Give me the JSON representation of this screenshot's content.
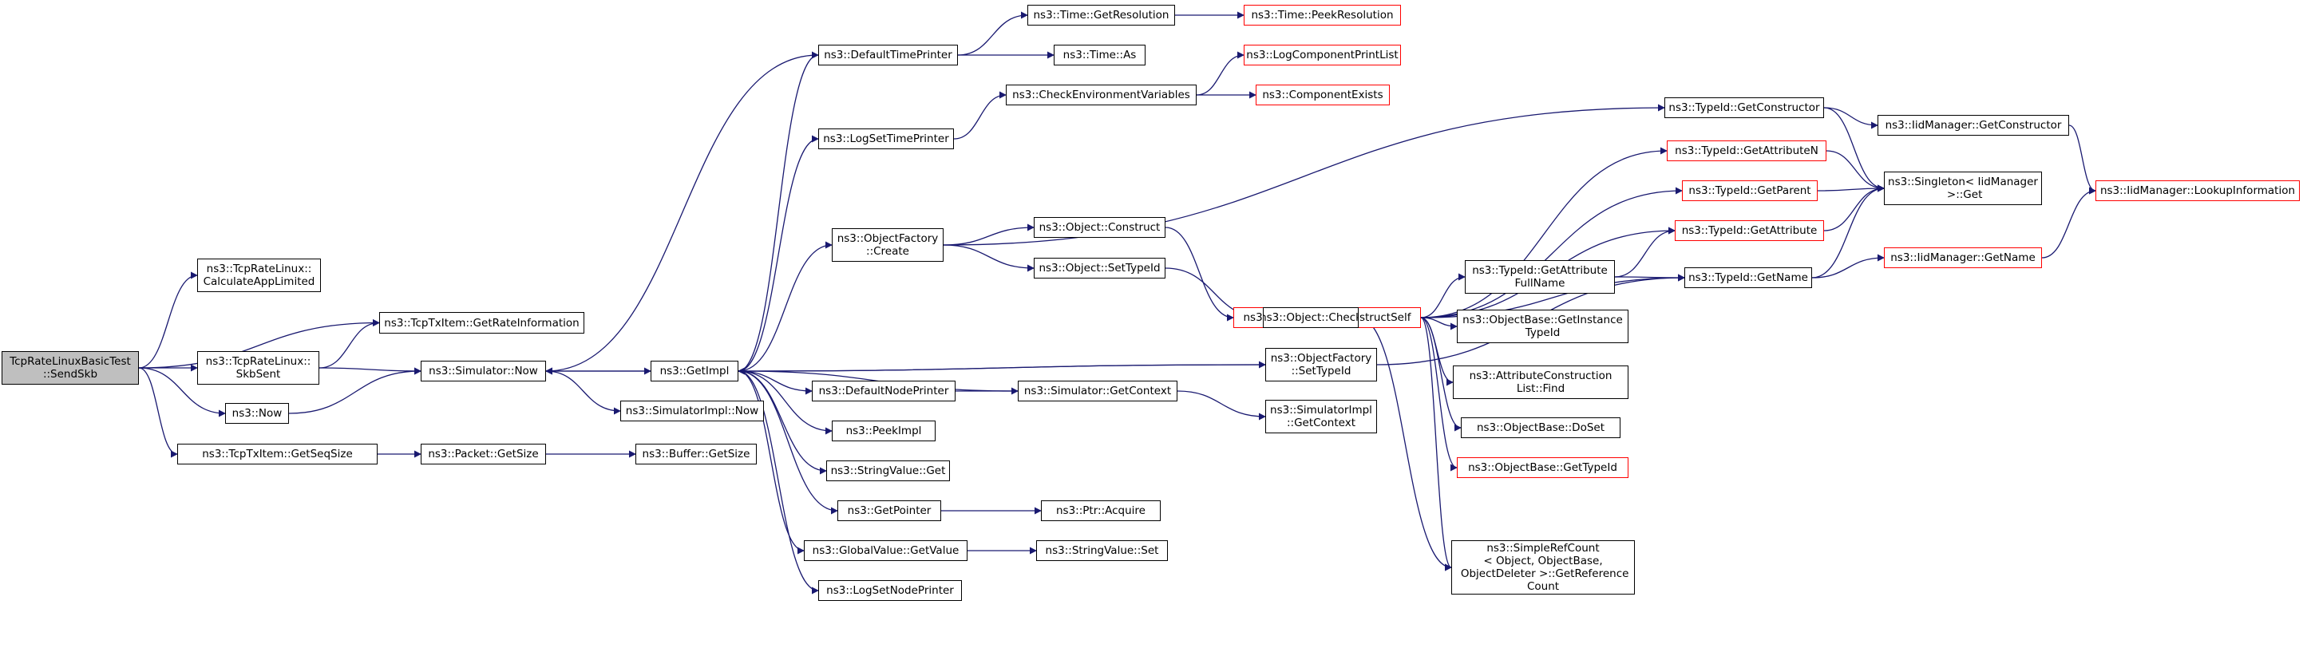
{
  "diagram": {
    "type": "call-graph",
    "edge_color": "#191970",
    "colors": {
      "root_fill": "#bfbfbf",
      "truncated_border": "#ff0000",
      "node_border": "#000000"
    },
    "nodes": [
      {
        "id": "root",
        "label": "TcpRateLinuxBasicTest\n::SendSkb",
        "style": "root"
      },
      {
        "id": "calcAppLimited",
        "label": "ns3::TcpRateLinux::\nCalculateAppLimited",
        "style": "normal"
      },
      {
        "id": "getRateInfo",
        "label": "ns3::TcpTxItem::GetRateInformation",
        "style": "normal"
      },
      {
        "id": "skbSent",
        "label": "ns3::TcpRateLinux::\nSkbSent",
        "style": "normal"
      },
      {
        "id": "simNow",
        "label": "ns3::Simulator::Now",
        "style": "normal"
      },
      {
        "id": "now",
        "label": "ns3::Now",
        "style": "normal"
      },
      {
        "id": "getSeqSize",
        "label": "ns3::TcpTxItem::GetSeqSize",
        "style": "normal"
      },
      {
        "id": "pktGetSize",
        "label": "ns3::Packet::GetSize",
        "style": "normal"
      },
      {
        "id": "bufGetSize",
        "label": "ns3::Buffer::GetSize",
        "style": "normal"
      },
      {
        "id": "getImpl",
        "label": "ns3::GetImpl",
        "style": "normal"
      },
      {
        "id": "simImplNow",
        "label": "ns3::SimulatorImpl::Now",
        "style": "normal"
      },
      {
        "id": "defTimePrinter",
        "label": "ns3::DefaultTimePrinter",
        "style": "normal"
      },
      {
        "id": "timeGetRes",
        "label": "ns3::Time::GetResolution",
        "style": "normal"
      },
      {
        "id": "timePeekRes",
        "label": "ns3::Time::PeekResolution",
        "style": "red"
      },
      {
        "id": "timeAs",
        "label": "ns3::Time::As",
        "style": "normal"
      },
      {
        "id": "checkEnv",
        "label": "ns3::CheckEnvironmentVariables",
        "style": "normal"
      },
      {
        "id": "logCompPrintList",
        "label": "ns3::LogComponentPrintList",
        "style": "red"
      },
      {
        "id": "compExists",
        "label": "ns3::ComponentExists",
        "style": "red"
      },
      {
        "id": "logSetTimePrinter",
        "label": "ns3::LogSetTimePrinter",
        "style": "normal"
      },
      {
        "id": "objFactoryCreate",
        "label": "ns3::ObjectFactory\n::Create",
        "style": "normal"
      },
      {
        "id": "objConstruct",
        "label": "ns3::Object::Construct",
        "style": "normal"
      },
      {
        "id": "objSetTypeId",
        "label": "ns3::Object::SetTypeId",
        "style": "normal"
      },
      {
        "id": "objBaseConstructSelf",
        "label": "ns3::ObjectBase::ConstructSelf",
        "style": "red"
      },
      {
        "id": "objCheck",
        "label": "ns3::Object::Check",
        "style": "normal"
      },
      {
        "id": "objFactorySetTypeId",
        "label": "ns3::ObjectFactory\n::SetTypeId",
        "style": "normal"
      },
      {
        "id": "defNodePrinter",
        "label": "ns3::DefaultNodePrinter",
        "style": "normal"
      },
      {
        "id": "simGetContext",
        "label": "ns3::Simulator::GetContext",
        "style": "normal"
      },
      {
        "id": "simImplGetContext",
        "label": "ns3::SimulatorImpl\n::GetContext",
        "style": "normal"
      },
      {
        "id": "peekImpl",
        "label": "ns3::PeekImpl",
        "style": "normal"
      },
      {
        "id": "stringValueGet",
        "label": "ns3::StringValue::Get",
        "style": "normal"
      },
      {
        "id": "getPointer",
        "label": "ns3::GetPointer",
        "style": "normal"
      },
      {
        "id": "ptrAcquire",
        "label": "ns3::Ptr::Acquire",
        "style": "normal"
      },
      {
        "id": "globalValueGet",
        "label": "ns3::GlobalValue::GetValue",
        "style": "normal"
      },
      {
        "id": "stringValueSet",
        "label": "ns3::StringValue::Set",
        "style": "normal"
      },
      {
        "id": "logSetNodePrinter",
        "label": "ns3::LogSetNodePrinter",
        "style": "normal"
      },
      {
        "id": "typeIdGetConstructor",
        "label": "ns3::TypeId::GetConstructor",
        "style": "normal"
      },
      {
        "id": "iidGetConstructor",
        "label": "ns3::IidManager::GetConstructor",
        "style": "normal"
      },
      {
        "id": "typeIdGetAttrN",
        "label": "ns3::TypeId::GetAttributeN",
        "style": "red"
      },
      {
        "id": "typeIdGetParent",
        "label": "ns3::TypeId::GetParent",
        "style": "red"
      },
      {
        "id": "typeIdGetAttribute",
        "label": "ns3::TypeId::GetAttribute",
        "style": "red"
      },
      {
        "id": "singletonGet",
        "label": "ns3::Singleton< IidManager\n >::Get",
        "style": "normal"
      },
      {
        "id": "iidLookupInfo",
        "label": "ns3::IidManager::LookupInformation",
        "style": "red"
      },
      {
        "id": "typeIdGetAttrFullName",
        "label": "ns3::TypeId::GetAttribute\nFullName",
        "style": "normal"
      },
      {
        "id": "typeIdGetName",
        "label": "ns3::TypeId::GetName",
        "style": "normal"
      },
      {
        "id": "iidGetName",
        "label": "ns3::IidManager::GetName",
        "style": "red"
      },
      {
        "id": "objBaseGetInstanceTypeId",
        "label": "ns3::ObjectBase::GetInstance\nTypeId",
        "style": "normal"
      },
      {
        "id": "attrConstructionFind",
        "label": "ns3::AttributeConstruction\nList::Find",
        "style": "normal"
      },
      {
        "id": "objBaseDoSet",
        "label": "ns3::ObjectBase::DoSet",
        "style": "normal"
      },
      {
        "id": "objBaseGetTypeId",
        "label": "ns3::ObjectBase::GetTypeId",
        "style": "red"
      },
      {
        "id": "simpleRefCount",
        "label": "ns3::SimpleRefCount\n< Object, ObjectBase,\n ObjectDeleter >::GetReference\nCount",
        "style": "normal"
      }
    ],
    "edges": [
      {
        "from": "root",
        "to": "calcAppLimited"
      },
      {
        "from": "root",
        "to": "getRateInfo"
      },
      {
        "from": "root",
        "to": "skbSent"
      },
      {
        "from": "root",
        "to": "now"
      },
      {
        "from": "root",
        "to": "getSeqSize"
      },
      {
        "from": "skbSent",
        "to": "getRateInfo"
      },
      {
        "from": "skbSent",
        "to": "simNow"
      },
      {
        "from": "now",
        "to": "simNow"
      },
      {
        "from": "simNow",
        "to": "getImpl"
      },
      {
        "from": "simNow",
        "to": "simImplNow"
      },
      {
        "from": "getSeqSize",
        "to": "pktGetSize"
      },
      {
        "from": "pktGetSize",
        "to": "bufGetSize"
      },
      {
        "from": "getImpl",
        "to": "simNow"
      },
      {
        "from": "getImpl",
        "to": "defTimePrinter"
      },
      {
        "from": "getImpl",
        "to": "logSetTimePrinter"
      },
      {
        "from": "getImpl",
        "to": "objFactoryCreate"
      },
      {
        "from": "getImpl",
        "to": "defNodePrinter"
      },
      {
        "from": "getImpl",
        "to": "peekImpl"
      },
      {
        "from": "getImpl",
        "to": "stringValueGet"
      },
      {
        "from": "getImpl",
        "to": "getPointer"
      },
      {
        "from": "getImpl",
        "to": "globalValueGet"
      },
      {
        "from": "getImpl",
        "to": "logSetNodePrinter"
      },
      {
        "from": "getImpl",
        "to": "objFactorySetTypeId"
      },
      {
        "from": "defTimePrinter",
        "to": "timeGetRes"
      },
      {
        "from": "defTimePrinter",
        "to": "timeAs"
      },
      {
        "from": "defTimePrinter",
        "to": "simNow"
      },
      {
        "from": "timeGetRes",
        "to": "timePeekRes"
      },
      {
        "from": "logSetTimePrinter",
        "to": "checkEnv"
      },
      {
        "from": "checkEnv",
        "to": "logCompPrintList"
      },
      {
        "from": "checkEnv",
        "to": "compExists"
      },
      {
        "from": "objFactoryCreate",
        "to": "objConstruct"
      },
      {
        "from": "objFactoryCreate",
        "to": "objSetTypeId"
      },
      {
        "from": "objFactoryCreate",
        "to": "typeIdGetConstructor"
      },
      {
        "from": "objConstruct",
        "to": "objBaseConstructSelf"
      },
      {
        "from": "objSetTypeId",
        "to": "objCheck"
      },
      {
        "from": "objCheck",
        "to": "simpleRefCount"
      },
      {
        "from": "objFactorySetTypeId",
        "to": "getImpl"
      },
      {
        "from": "objFactorySetTypeId",
        "to": "typeIdGetName"
      },
      {
        "from": "defNodePrinter",
        "to": "simGetContext"
      },
      {
        "from": "simGetContext",
        "to": "getImpl"
      },
      {
        "from": "simGetContext",
        "to": "simImplGetContext"
      },
      {
        "from": "getPointer",
        "to": "ptrAcquire"
      },
      {
        "from": "globalValueGet",
        "to": "stringValueSet"
      },
      {
        "from": "objBaseConstructSelf",
        "to": "typeIdGetAttrN"
      },
      {
        "from": "objBaseConstructSelf",
        "to": "typeIdGetParent"
      },
      {
        "from": "objBaseConstructSelf",
        "to": "typeIdGetAttribute"
      },
      {
        "from": "objBaseConstructSelf",
        "to": "typeIdGetAttrFullName"
      },
      {
        "from": "objBaseConstructSelf",
        "to": "objBaseGetInstanceTypeId"
      },
      {
        "from": "objBaseConstructSelf",
        "to": "attrConstructionFind"
      },
      {
        "from": "objBaseConstructSelf",
        "to": "objBaseDoSet"
      },
      {
        "from": "objBaseConstructSelf",
        "to": "objBaseGetTypeId"
      },
      {
        "from": "objBaseConstructSelf",
        "to": "typeIdGetName"
      },
      {
        "from": "objBaseConstructSelf",
        "to": "simpleRefCount"
      },
      {
        "from": "typeIdGetConstructor",
        "to": "iidGetConstructor"
      },
      {
        "from": "typeIdGetConstructor",
        "to": "singletonGet"
      },
      {
        "from": "iidGetConstructor",
        "to": "iidLookupInfo"
      },
      {
        "from": "typeIdGetAttrN",
        "to": "singletonGet"
      },
      {
        "from": "typeIdGetParent",
        "to": "singletonGet"
      },
      {
        "from": "typeIdGetAttribute",
        "to": "singletonGet"
      },
      {
        "from": "typeIdGetAttrFullName",
        "to": "typeIdGetAttribute"
      },
      {
        "from": "typeIdGetAttrFullName",
        "to": "typeIdGetName"
      },
      {
        "from": "typeIdGetName",
        "to": "singletonGet"
      },
      {
        "from": "typeIdGetName",
        "to": "iidGetName"
      },
      {
        "from": "iidGetName",
        "to": "iidLookupInfo"
      }
    ]
  }
}
